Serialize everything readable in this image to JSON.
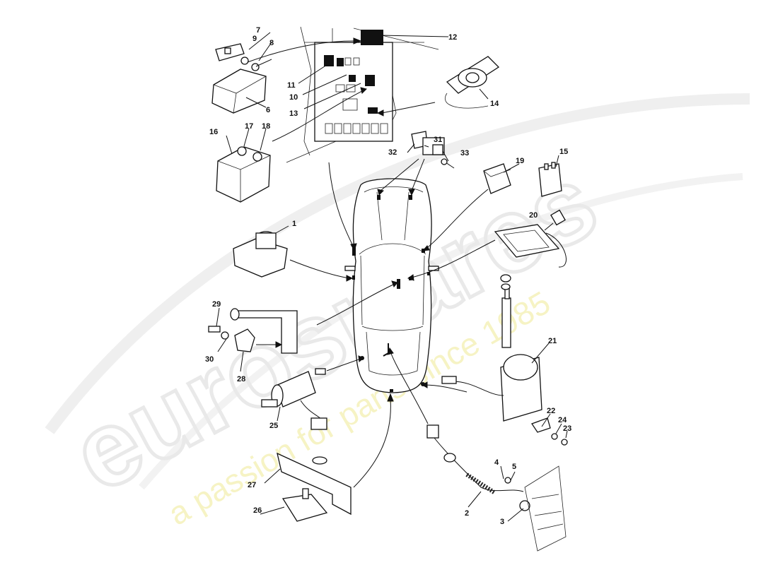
{
  "watermark": {
    "brand": "eurospares",
    "tagline": "a passion for parts since 1985"
  },
  "diagram": {
    "callouts": [
      {
        "id": "c1",
        "label": "1"
      },
      {
        "id": "c2",
        "label": "2"
      },
      {
        "id": "c3",
        "label": "3"
      },
      {
        "id": "c4",
        "label": "4"
      },
      {
        "id": "c5",
        "label": "5"
      },
      {
        "id": "c6",
        "label": "6"
      },
      {
        "id": "c7",
        "label": "7"
      },
      {
        "id": "c8",
        "label": "8"
      },
      {
        "id": "c9",
        "label": "9"
      },
      {
        "id": "c10",
        "label": "10"
      },
      {
        "id": "c11",
        "label": "11"
      },
      {
        "id": "c12",
        "label": "12"
      },
      {
        "id": "c13",
        "label": "13"
      },
      {
        "id": "c14",
        "label": "14"
      },
      {
        "id": "c15",
        "label": "15"
      },
      {
        "id": "c16",
        "label": "16"
      },
      {
        "id": "c17",
        "label": "17"
      },
      {
        "id": "c18",
        "label": "18"
      },
      {
        "id": "c19",
        "label": "19"
      },
      {
        "id": "c20",
        "label": "20"
      },
      {
        "id": "c21",
        "label": "21"
      },
      {
        "id": "c22",
        "label": "22"
      },
      {
        "id": "c23",
        "label": "23"
      },
      {
        "id": "c24",
        "label": "24"
      },
      {
        "id": "c25",
        "label": "25"
      },
      {
        "id": "c26",
        "label": "26"
      },
      {
        "id": "c27",
        "label": "27"
      },
      {
        "id": "c28",
        "label": "28"
      },
      {
        "id": "c29",
        "label": "29"
      },
      {
        "id": "c30",
        "label": "30"
      },
      {
        "id": "c31",
        "label": "31"
      },
      {
        "id": "c32",
        "label": "32"
      },
      {
        "id": "c33",
        "label": "33"
      }
    ]
  }
}
